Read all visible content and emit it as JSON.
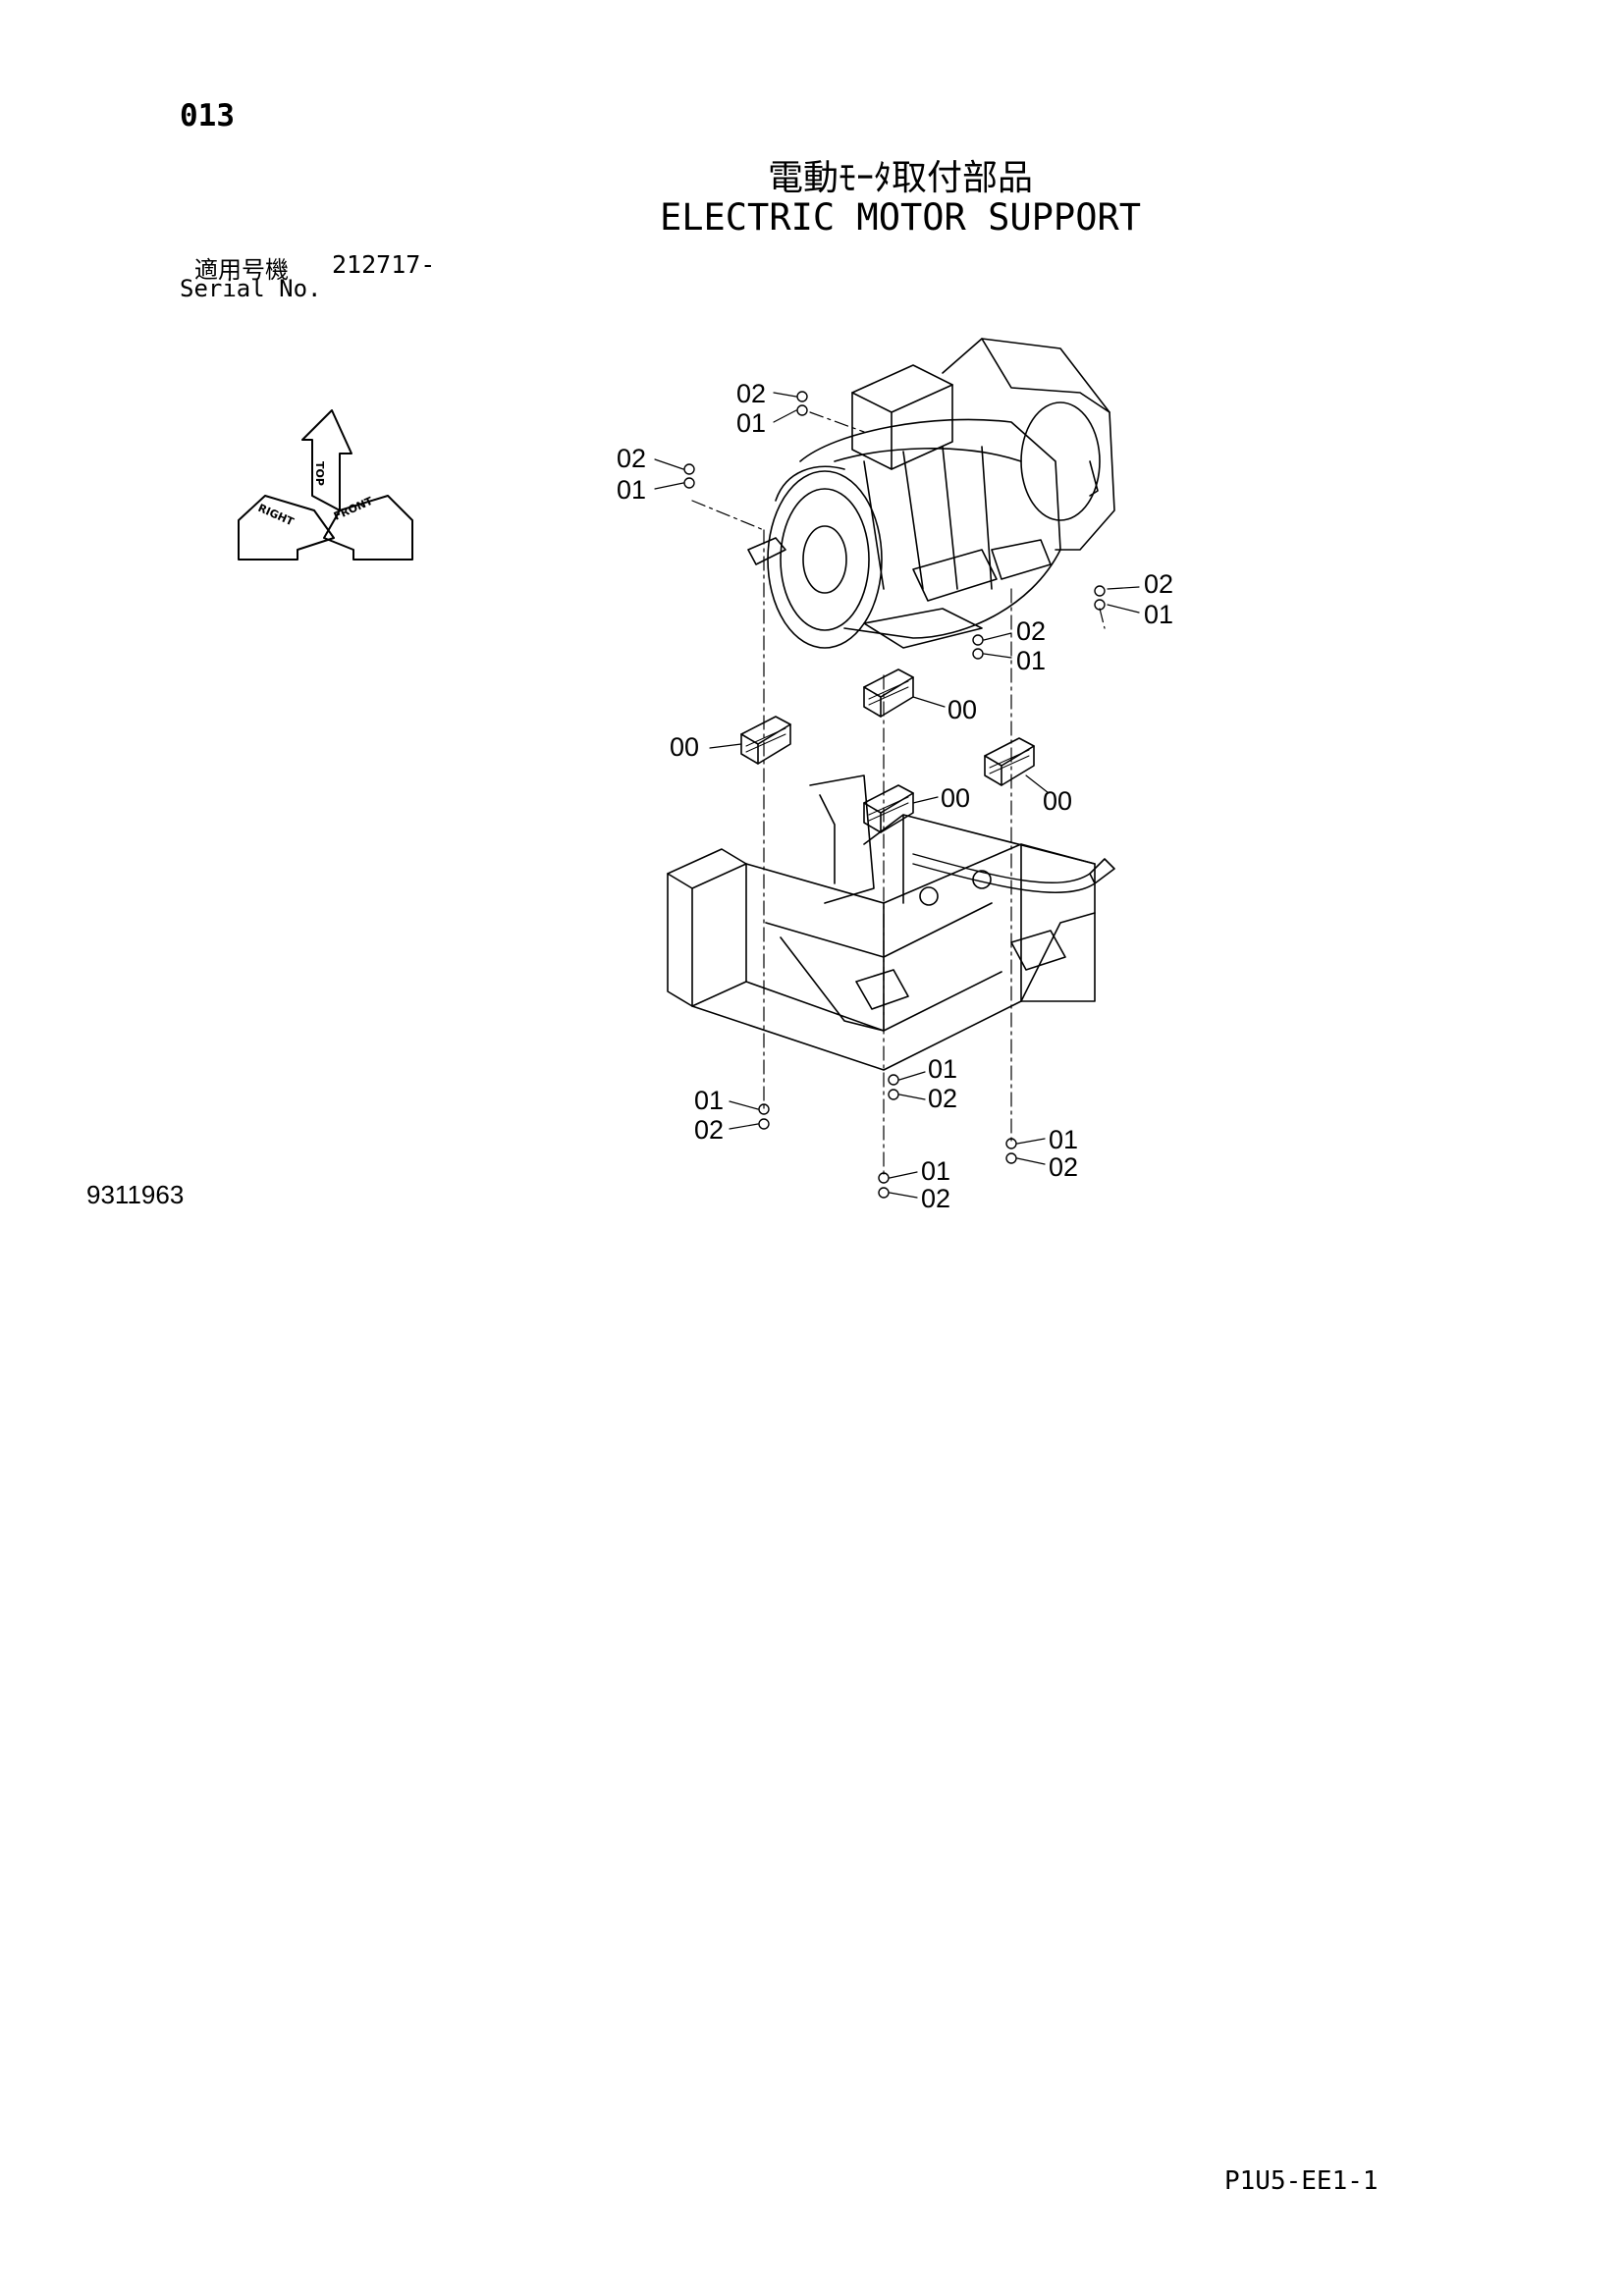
{
  "page": {
    "number": "013",
    "title_jp": "電動ﾓｰﾀ取付部品",
    "title_en": "ELECTRIC MOTOR SUPPORT",
    "serial_label_jp": "適用号機",
    "serial_value": "212717-",
    "serial_label_en": "Serial No.",
    "figure_number": "9311963",
    "sheet_code": "P1U5-EE1-1"
  },
  "orientation": {
    "top": "TOP",
    "front": "FRONT",
    "right": "RIGHT"
  },
  "callouts": {
    "c1": "02",
    "c2": "01",
    "c3": "02",
    "c4": "01",
    "c5": "02",
    "c6": "01",
    "c7": "02",
    "c8": "01",
    "c9": "00",
    "c10": "00",
    "c11": "00",
    "c12": "00",
    "c13": "01",
    "c14": "02",
    "c15": "01",
    "c16": "02",
    "c17": "01",
    "c18": "02",
    "c19": "01",
    "c20": "02"
  }
}
